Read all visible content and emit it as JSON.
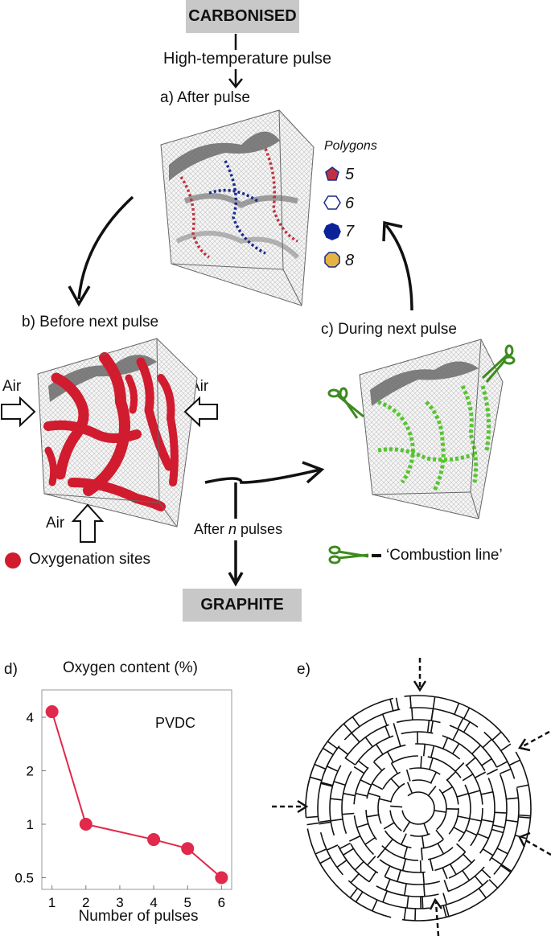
{
  "top_box": "CARBONISED",
  "bottom_box": "GRAPHITE",
  "step_high_temp": "High-temperature pulse",
  "panel_a": "a) After pulse",
  "panel_b": "b) Before next pulse",
  "panel_c": "c) During next pulse",
  "polygons_legend": {
    "title": "Polygons",
    "items": [
      {
        "label": "5",
        "fill": "#c0313e",
        "stroke": "#1a2a8c"
      },
      {
        "label": "6",
        "fill": "#ffffff",
        "stroke": "#1a2a8c"
      },
      {
        "label": "7",
        "fill": "#0c2299",
        "stroke": "#0c2299"
      },
      {
        "label": "8",
        "fill": "#e5b440",
        "stroke": "#1a2a8c"
      }
    ]
  },
  "air_label": "Air",
  "oxygenation_label": "Oxygenation sites",
  "combustion_label": "‘Combustion line’",
  "after_n_pulses": {
    "before": "After ",
    "n": "n",
    "after": " pulses"
  },
  "panel_d_label": "d)",
  "panel_e_label": "e)",
  "colors": {
    "oxygen": "#d01c2e",
    "combustion": "#57c431",
    "scissors": "#3d8a1e",
    "blue": "#1a2a8c",
    "line": "#e0294b"
  },
  "chart_data": {
    "type": "line",
    "title": "Oxygen content (%)",
    "xlabel": "Number of pulses",
    "ylabel": "",
    "annotation": "PVDC",
    "yscale": "log",
    "x": [
      1,
      2,
      4,
      5,
      6
    ],
    "values": [
      4.3,
      1.0,
      0.82,
      0.73,
      0.5
    ],
    "xticks": [
      "1",
      "2",
      "3",
      "4",
      "5",
      "6"
    ],
    "yticks": [
      "0.5",
      "1",
      "2",
      "4"
    ],
    "xlim": [
      0.7,
      6.3
    ],
    "ylim": [
      0.43,
      5.7
    ],
    "color": "#e0294b"
  }
}
